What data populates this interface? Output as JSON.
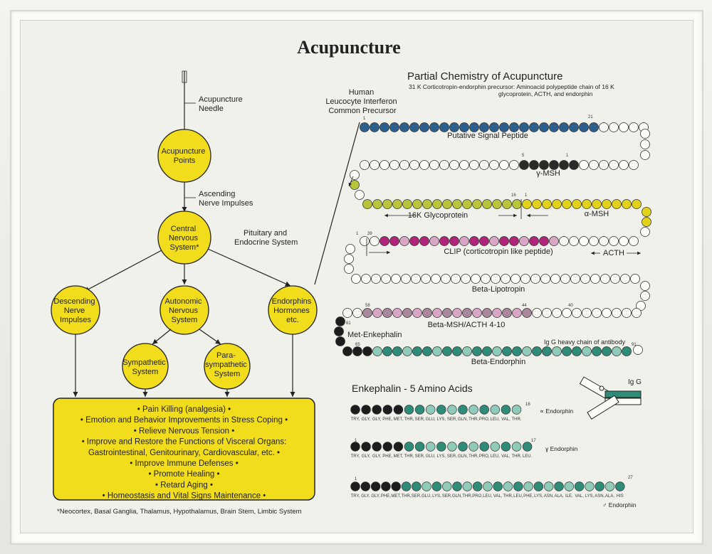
{
  "title": "Acupuncture",
  "flow": {
    "needle_label": [
      "Acupuncture",
      "Needle"
    ],
    "points": [
      "Acupuncture",
      "Points"
    ],
    "ascending": [
      "Ascending",
      "Nerve Impulses"
    ],
    "cns": [
      "Central",
      "Nervous",
      "System*"
    ],
    "pituitary": [
      "Pituitary and",
      "Endocrine System"
    ],
    "descending": [
      "Descending",
      "Nerve",
      "Impulses"
    ],
    "autonomic": [
      "Autonomic",
      "Nervous",
      "System"
    ],
    "endorphins": [
      "Endorphins",
      "Hormones",
      "etc."
    ],
    "sympathetic": [
      "Sympathetic",
      "System"
    ],
    "parasympathetic": [
      "Para-",
      "sympathetic",
      "System"
    ],
    "effects": [
      "• Pain Killing (analgesia) •",
      "• Emotion and Behavior Improvements in Stress Coping •",
      "• Relieve Nervous Tension •",
      "• Improve and Restore the Functions of Visceral Organs:",
      "Gastrointestinal, Genitourinary, Cardiovascular, etc. •",
      "• Improve Immune Defenses •",
      "• Promote Healing •",
      "• Retard Aging •",
      "• Homeostasis and Vital Signs Maintenance •"
    ],
    "footnote": "*Neocortex, Basal Ganglia, Thalamus, Hypothalamus, Brain Stem, Limbic System"
  },
  "chemistry": {
    "heading": "Partial Chemistry of Acupuncture",
    "subheading": [
      "31 K Corticotropin-endorphin precursor: Aminoacid polypeptide chain of 16 K",
      "glycoprotein, ACTH, and endorphin"
    ],
    "interferon": [
      "Human",
      "Leucocyte Interferon",
      "Common Precursor"
    ],
    "labels": {
      "signal": "Putative Signal Peptide",
      "gamma": "γ-MSH",
      "glyco": "16K Glycoprotein",
      "alpha": "α-MSH",
      "clip": "CLIP (corticotropin like peptide)",
      "acth": "ACTH",
      "lipotropin": "Beta-Lipotropin",
      "betamsh": "Beta-MSH/ACTH 4-10",
      "metenk": "Met-Enkephalin",
      "igg_heavy": "Ig G heavy chain of antibody",
      "betaendorphin": "Beta-Endorphin",
      "igg": "Ig G"
    },
    "numbers": {
      "n1a": "1",
      "n21": "21",
      "n5": "5",
      "n1b": "1",
      "n16": "16",
      "n1c": "1",
      "n1d": "1",
      "n39": "39",
      "n58": "58",
      "n44": "44",
      "n40": "40",
      "n61": "61",
      "n65": "65",
      "n91": "91"
    },
    "colors": {
      "blue": "#2d5f8c",
      "dark": "#2a2a2a",
      "yellow": "#e3d21a",
      "yellowgreen": "#b8c43a",
      "magenta": "#b0247a",
      "pink": "#d9a6c6",
      "mauve": "#a8889a",
      "teal": "#2f8c78",
      "lightteal": "#8fcbb8",
      "black": "#1d1d1d",
      "empty": "#fbfbf8"
    }
  },
  "enkephalin": {
    "heading": "Enkephalin - 5 Amino Acids",
    "alpha_label": "∝ Endorphin",
    "gamma_label": "ɣ Endorphin",
    "beta_label": "♂ Endorphin",
    "alpha_num": "16",
    "gamma_num_start": "1",
    "gamma_num_end": "17",
    "beta_num_start": "1",
    "beta_num_end": "27",
    "alpha_seq": [
      "TRY,",
      "GLY,",
      "GLY,",
      "PHE,",
      "MET,",
      "THR,",
      "SER,",
      "GLU,",
      "LYS,",
      "SER,",
      "GLN,",
      "THR,",
      "PRO,",
      "LEU,",
      "VAL,",
      "THR."
    ],
    "gamma_seq": [
      "TRY,",
      "GLY,",
      "GLY,",
      "PHE,",
      "MET,",
      "THR,",
      "SER,",
      "GLU,",
      "LYS,",
      "SER,",
      "GLN,",
      "THR,",
      "PRO,",
      "LEU,",
      "VAL,",
      "THR,",
      "LEU."
    ],
    "beta_seq": [
      "TRY,",
      "GLY,",
      "GLY,",
      "PHE,",
      "MET,",
      "THR,",
      "SER,",
      "GLU,",
      "LYS,",
      "SER,",
      "GLN,",
      "THR,",
      "PRO,",
      "LEU,",
      "VAL,",
      "THR,",
      "LEU,",
      "PHE,",
      "LYS,",
      "ASN,",
      "ALA,",
      "ILE,",
      "VAL,",
      "LYS,",
      "ASN,",
      "ALA,",
      "HIS"
    ]
  }
}
